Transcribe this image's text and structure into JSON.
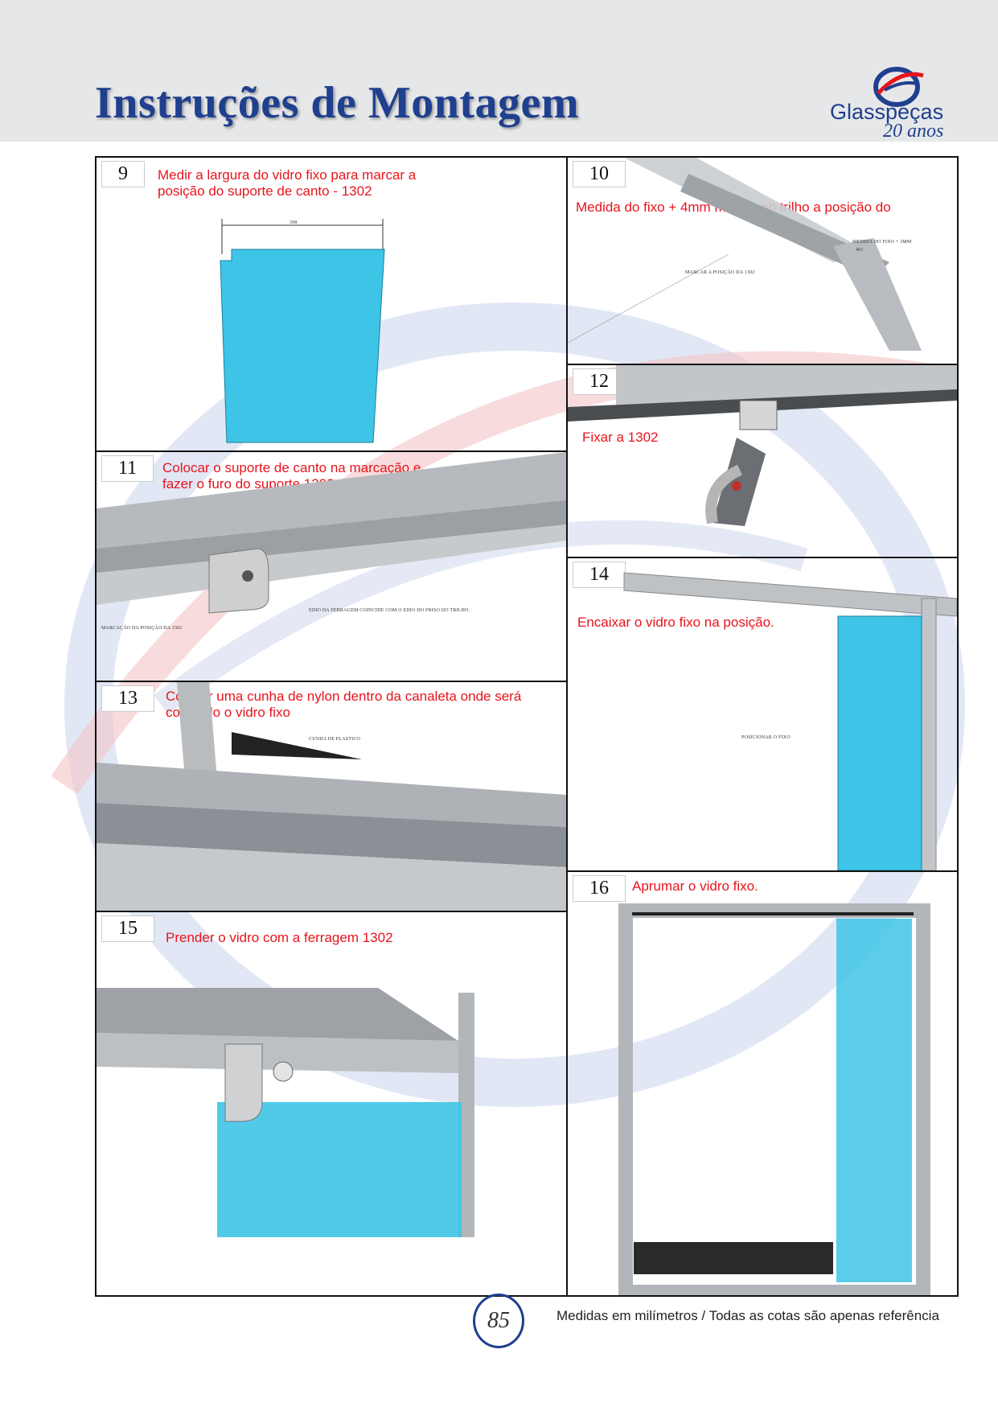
{
  "header": {
    "title": "Instruções de Montagem",
    "logo_text": "Glasspeças",
    "logo_anos": "20 anos",
    "logo_icon": "glasspecas-swirl-logo"
  },
  "colors": {
    "brand_blue": "#1f3f8f",
    "caption_red": "#e8141c",
    "glass_cyan": "#3ec4e6",
    "header_gray": "#e6e7e8"
  },
  "steps": [
    {
      "number": "9",
      "caption": "Medir a largura do vidro fixo para marcar a posição do suporte de canto - 1302",
      "labels": [
        "398"
      ]
    },
    {
      "number": "10",
      "caption": "Medida do fixo + 4mm marcar no trilho a posição do",
      "labels": [
        "MEDIDA DO FIXO + 3MM",
        "401",
        "MARCAR A POSIÇÃO DA 1302"
      ]
    },
    {
      "number": "11",
      "caption": "Colocar o suporte de canto na marcação e fazer o furo do suporte 1302",
      "labels": [
        "MARCAÇÃO DA POSIÇÃO DA 1302",
        "EDIO DA FERRAGEM COINCIDE COM O EDIO DO FRISO DO TRILHO."
      ]
    },
    {
      "number": "12",
      "caption": "Fixar a 1302",
      "labels": []
    },
    {
      "number": "13",
      "caption": "Colocar uma cunha de nylon dentro da canaleta onde será colocado o vidro fixo",
      "labels": [
        "CUNHA DE PLASTICO"
      ]
    },
    {
      "number": "14",
      "caption": "Encaixar o vidro fixo na posição.",
      "labels": [
        "POSICIONAR O FIXO"
      ]
    },
    {
      "number": "15",
      "caption": "Prender o vidro com a ferragem 1302",
      "labels": []
    },
    {
      "number": "16",
      "caption": "Aprumar o vidro fixo.",
      "labels": []
    }
  ],
  "footer": {
    "page_number": "85",
    "note": "Medidas em milímetros / Todas as cotas são apenas referência"
  }
}
